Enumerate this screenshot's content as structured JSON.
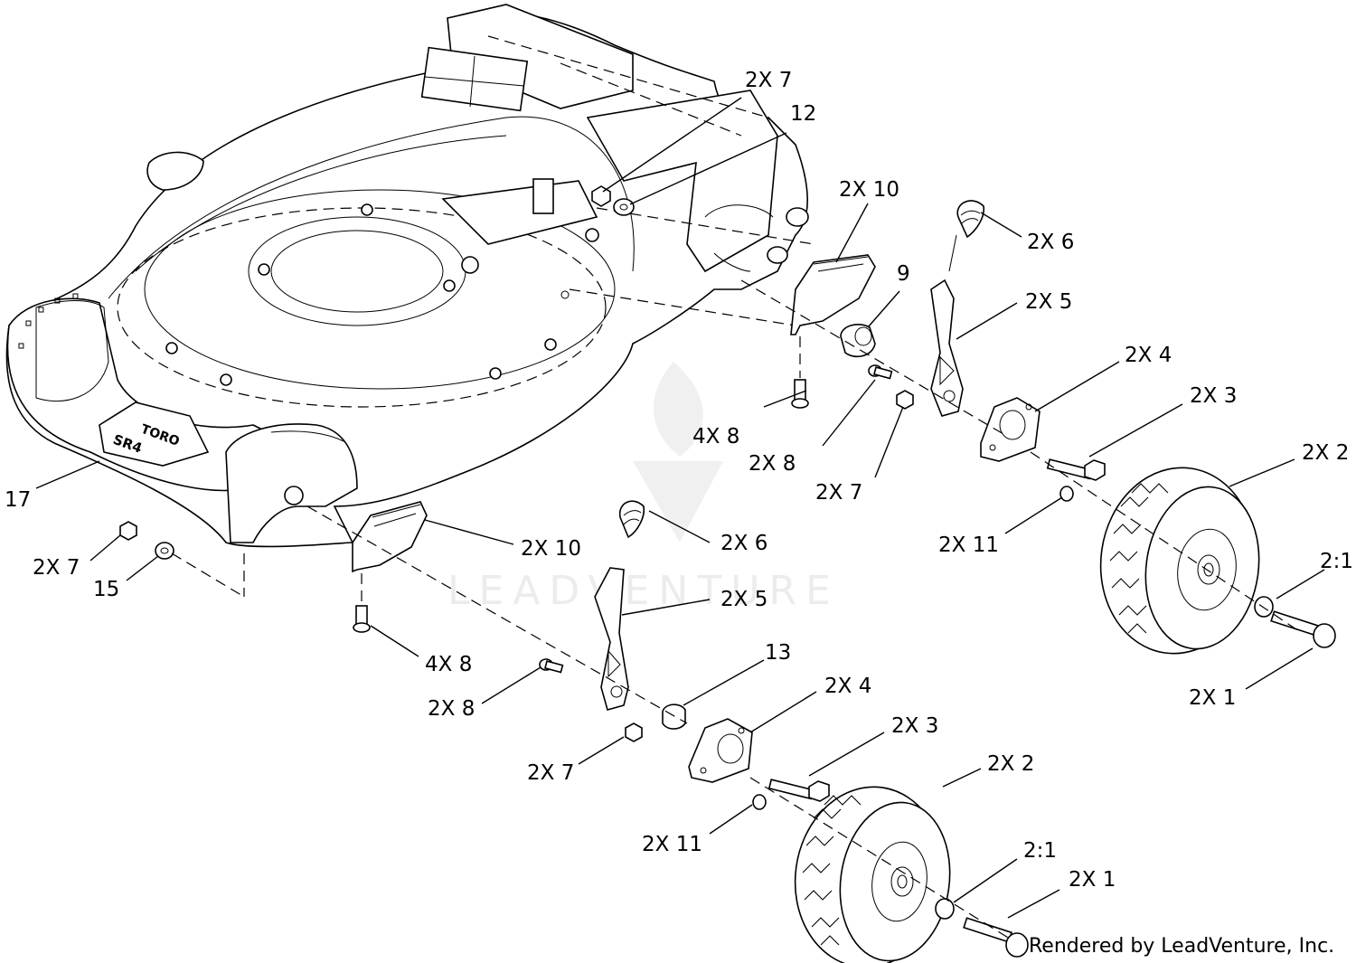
{
  "diagram": {
    "callouts": [
      {
        "id": "c1",
        "text": "2X 7"
      },
      {
        "id": "c2",
        "text": "12"
      },
      {
        "id": "c3",
        "text": "2X 10"
      },
      {
        "id": "c4",
        "text": "2X 6"
      },
      {
        "id": "c5",
        "text": "9"
      },
      {
        "id": "c6",
        "text": "2X 5"
      },
      {
        "id": "c7",
        "text": "2X 4"
      },
      {
        "id": "c8",
        "text": "2X 3"
      },
      {
        "id": "c9",
        "text": "4X 8"
      },
      {
        "id": "c10",
        "text": "2X 8"
      },
      {
        "id": "c11",
        "text": "2X 7"
      },
      {
        "id": "c12",
        "text": "2X 2"
      },
      {
        "id": "c13",
        "text": "2X 11"
      },
      {
        "id": "c14",
        "text": "17"
      },
      {
        "id": "c15",
        "text": "2X 10"
      },
      {
        "id": "c16",
        "text": "2X 6"
      },
      {
        "id": "c17",
        "text": "2:1"
      },
      {
        "id": "c18",
        "text": "2X 7"
      },
      {
        "id": "c19",
        "text": "15"
      },
      {
        "id": "c20",
        "text": "2X 5"
      },
      {
        "id": "c21",
        "text": "4X 8"
      },
      {
        "id": "c22",
        "text": "13"
      },
      {
        "id": "c23",
        "text": "2X 1"
      },
      {
        "id": "c24",
        "text": "2X 4"
      },
      {
        "id": "c25",
        "text": "2X 8"
      },
      {
        "id": "c26",
        "text": "2X 3"
      },
      {
        "id": "c27",
        "text": "2X 7"
      },
      {
        "id": "c28",
        "text": "2X 2"
      },
      {
        "id": "c29",
        "text": "2X 11"
      },
      {
        "id": "c30",
        "text": "2:1"
      },
      {
        "id": "c31",
        "text": "2X 1"
      }
    ],
    "deck_logo": "TORO",
    "deck_model": "SR4",
    "credit": "Rendered by LeadVenture, Inc.",
    "watermark": "LEADVENTURE"
  }
}
